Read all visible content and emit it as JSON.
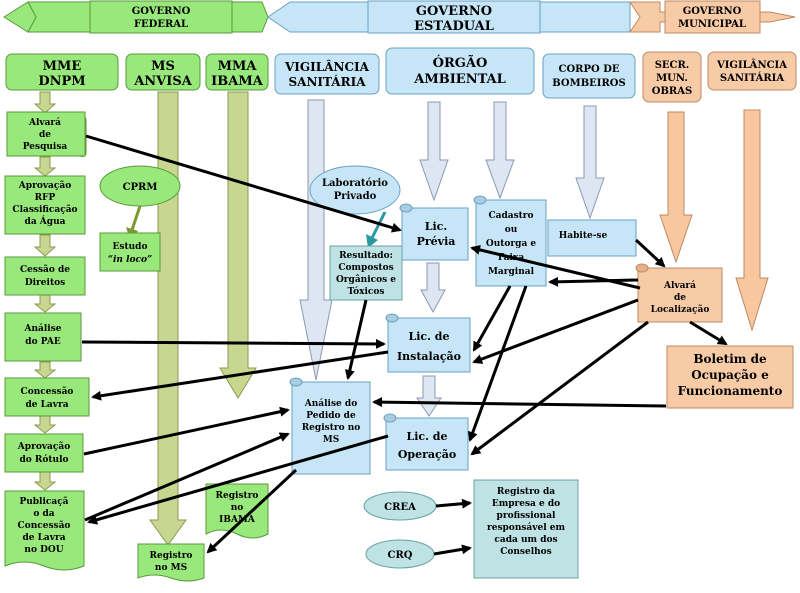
{
  "banner": {
    "federal": [
      "GOVERNO",
      "FEDERAL"
    ],
    "estadual": [
      "GOVERNO",
      "ESTADUAL"
    ],
    "municipal": [
      "GOVERNO",
      "MUNICIPAL"
    ]
  },
  "agencies": {
    "mme": [
      "MME",
      "DNPM"
    ],
    "ms": [
      "MS",
      "ANVISA"
    ],
    "mma": [
      "MMA",
      "IBAMA"
    ],
    "vig_est": [
      "VIGILÂNCIA",
      "SANITÁRIA"
    ],
    "orgao": [
      "ÓRGÃO",
      "AMBIENTAL"
    ],
    "bombeiros": [
      "CORPO DE",
      "BOMBEIROS"
    ],
    "obras": [
      "SECR.",
      "MUN.",
      "OBRAS"
    ],
    "vig_mun": [
      "VIGILÂNCIA",
      "SANITÁRIA"
    ]
  },
  "steps": {
    "alvara_pesquisa": [
      "Alvará",
      "de",
      "Pesquisa"
    ],
    "aprovacao_rfp": [
      "Aprovação",
      "RFP",
      "Classificação",
      "da Água"
    ],
    "cessao": [
      "Cessão de",
      "Direitos"
    ],
    "analise_pae": [
      "Análise",
      "do PAE"
    ],
    "concessao": [
      "Concessão",
      "de Lavra"
    ],
    "aprovacao_rotulo": [
      "Aprovação",
      "do Rótulo"
    ],
    "publicacao": [
      "Publicaçã",
      "o da",
      "Concessão",
      "de Lavra",
      "no DOU"
    ],
    "cprm": [
      "CPRM"
    ],
    "estudo": [
      "Estudo",
      "“in loco”"
    ],
    "registro_ms": [
      "Registro",
      "no MS"
    ],
    "registro_ibama": [
      "Registro",
      "no",
      "IBAMA"
    ],
    "laboratorio": [
      "Laboratório",
      "Privado"
    ],
    "resultado": [
      "Resultado:",
      "Compostos",
      "Orgânicos e",
      "Tóxicos"
    ],
    "analise_pedido": [
      "Análise do",
      "Pedido de",
      "Registro no",
      "MS"
    ],
    "lic_previa": [
      "Lic.",
      "Prévia"
    ],
    "lic_instalacao": [
      "Lic. de",
      "Instalação"
    ],
    "lic_operacao": [
      "Lic. de",
      "Operação"
    ],
    "cadastro": [
      "Cadastro",
      "ou",
      "Outorga e",
      "Faixa",
      "Marginal"
    ],
    "habite_se": [
      "Habite-se"
    ],
    "alvara_localizacao": [
      "Alvará",
      "de",
      "Localização"
    ],
    "boletim": [
      "Boletim de",
      "Ocupação e",
      "Funcionamento"
    ],
    "crea": [
      "CREA"
    ],
    "crq": [
      "CRQ"
    ],
    "registro_empresa": [
      "Registro da",
      "Empresa e do",
      "profissional",
      "responsável em",
      "cada um dos",
      "Conselhos"
    ]
  },
  "colors": {
    "federal": "#99e87c",
    "estadual": "#c6e6f7",
    "municipal": "#f8cba7",
    "green_arrow": "#c8d78f",
    "blue_arrow": "#dde6f2",
    "orange_arrow": "#f8c7a0",
    "teal": "#bfe3e4"
  }
}
